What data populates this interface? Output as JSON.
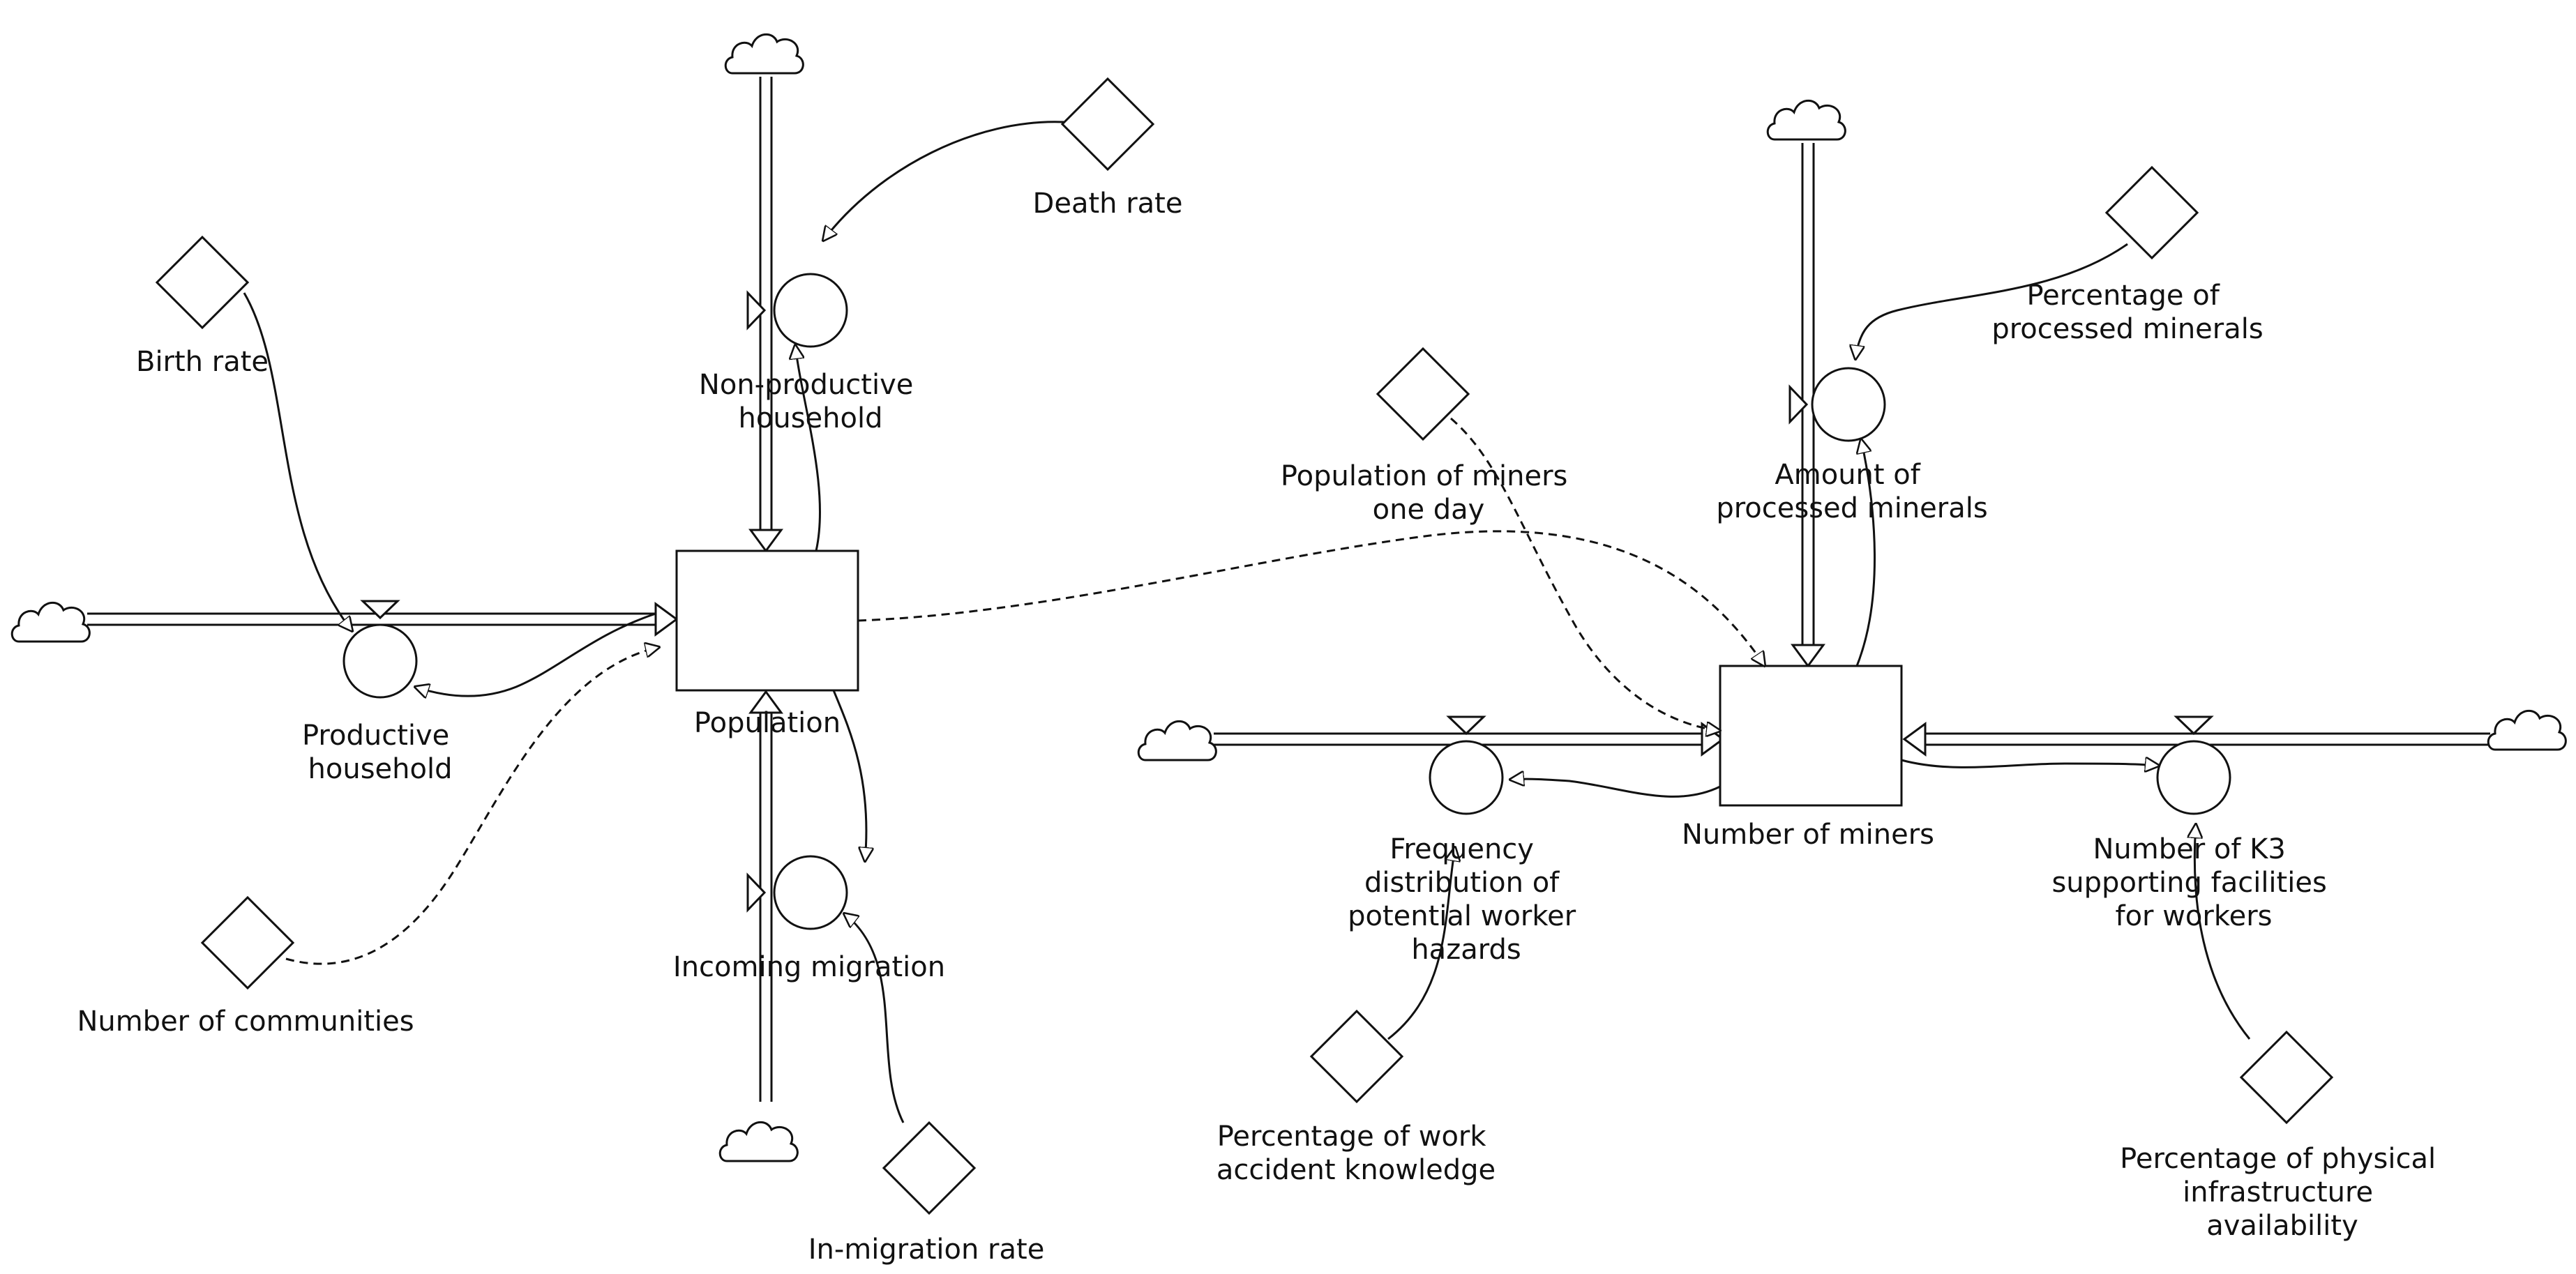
{
  "stocks": {
    "population": "Population",
    "number_of_miners": "Number of miners"
  },
  "flows": {
    "non_productive": [
      "Non-productive",
      "household"
    ],
    "productive": [
      "Productive",
      "household"
    ],
    "incoming_migration": [
      "Incoming migration"
    ],
    "processed_minerals": [
      "Amount of",
      "processed minerals"
    ],
    "hazards": [
      "Frequency",
      "distribution of",
      "potential worker",
      "hazards"
    ],
    "k3_facilities": [
      "Number of K3",
      "supporting facilities",
      "for workers"
    ]
  },
  "constants": {
    "death_rate": [
      "Death rate"
    ],
    "birth_rate": [
      "Birth rate"
    ],
    "number_of_communities": [
      "Number of communities"
    ],
    "in_migration_rate": [
      "In-migration rate"
    ],
    "population_of_miners": [
      "Population of miners",
      "one day"
    ],
    "percentage_processed": [
      "Percentage of",
      "processed minerals"
    ],
    "work_accident_knowledge": [
      "Percentage of work",
      "accident knowledge"
    ],
    "physical_infrastructure": [
      "Percentage of physical",
      "infrastructure",
      "availability"
    ]
  },
  "colors": {
    "stroke": "#111111",
    "background": "#ffffff"
  },
  "icons": [
    "cloud-icon",
    "diamond-icon",
    "valve-icon",
    "arrowhead-icon"
  ]
}
